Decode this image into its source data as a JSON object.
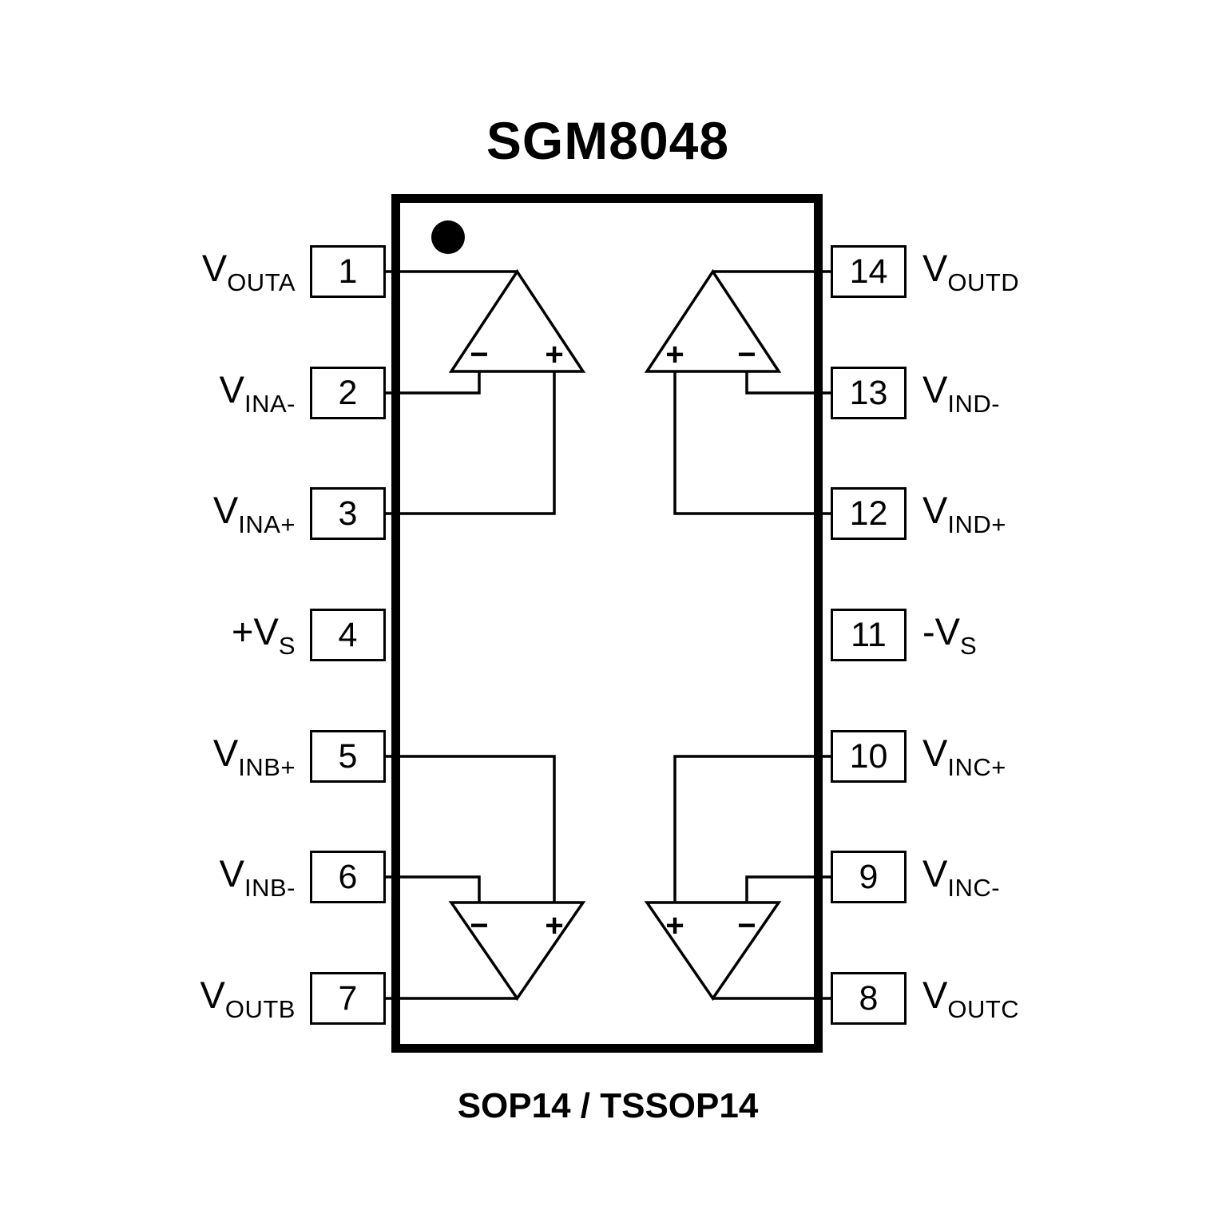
{
  "title": "SGM8048",
  "package_label": "SOP14 / TSSOP14",
  "pins": {
    "left": [
      {
        "number": "1",
        "main": "V",
        "sub": "OUTA"
      },
      {
        "number": "2",
        "main": "V",
        "sub": "INA-"
      },
      {
        "number": "3",
        "main": "V",
        "sub": "INA+"
      },
      {
        "number": "4",
        "main": "+V",
        "sub": "S"
      },
      {
        "number": "5",
        "main": "V",
        "sub": "INB+"
      },
      {
        "number": "6",
        "main": "V",
        "sub": "INB-"
      },
      {
        "number": "7",
        "main": "V",
        "sub": "OUTB"
      }
    ],
    "right": [
      {
        "number": "14",
        "main": "V",
        "sub": "OUTD"
      },
      {
        "number": "13",
        "main": "V",
        "sub": "IND-"
      },
      {
        "number": "12",
        "main": "V",
        "sub": "IND+"
      },
      {
        "number": "11",
        "main": "-V",
        "sub": "S"
      },
      {
        "number": "10",
        "main": "V",
        "sub": "INC+"
      },
      {
        "number": "9",
        "main": "V",
        "sub": "INC-"
      },
      {
        "number": "8",
        "main": "V",
        "sub": "OUTC"
      }
    ]
  },
  "opamps": [
    {
      "name": "amp-a",
      "inputs": [
        "−",
        "+"
      ]
    },
    {
      "name": "amp-d",
      "inputs": [
        "+",
        "−"
      ]
    },
    {
      "name": "amp-b",
      "inputs": [
        "−",
        "+"
      ]
    },
    {
      "name": "amp-c",
      "inputs": [
        "+",
        "−"
      ]
    }
  ]
}
